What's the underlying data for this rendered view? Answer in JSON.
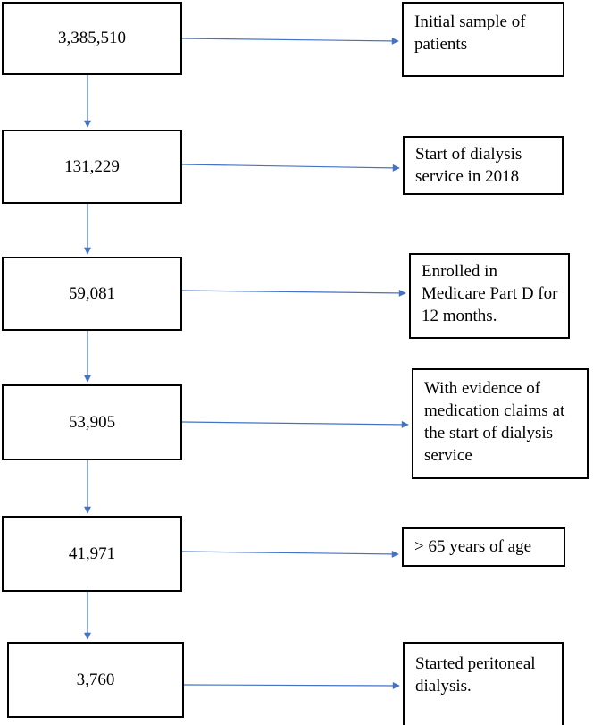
{
  "flowchart": {
    "steps": [
      {
        "count": "3,385,510",
        "criterion": "Initial sample of patients"
      },
      {
        "count": "131,229",
        "criterion": "Start of dialysis service in 2018"
      },
      {
        "count": "59,081",
        "criterion": "Enrolled in Medicare Part D for 12 months."
      },
      {
        "count": "53,905",
        "criterion": "With evidence of medication claims at the start of dialysis service"
      },
      {
        "count": "41,971",
        "criterion": "> 65 years of age"
      },
      {
        "count": "3,760",
        "criterion": "Started peritoneal dialysis."
      }
    ],
    "colors": {
      "arrow": "#4472C4",
      "border": "#000000"
    }
  }
}
